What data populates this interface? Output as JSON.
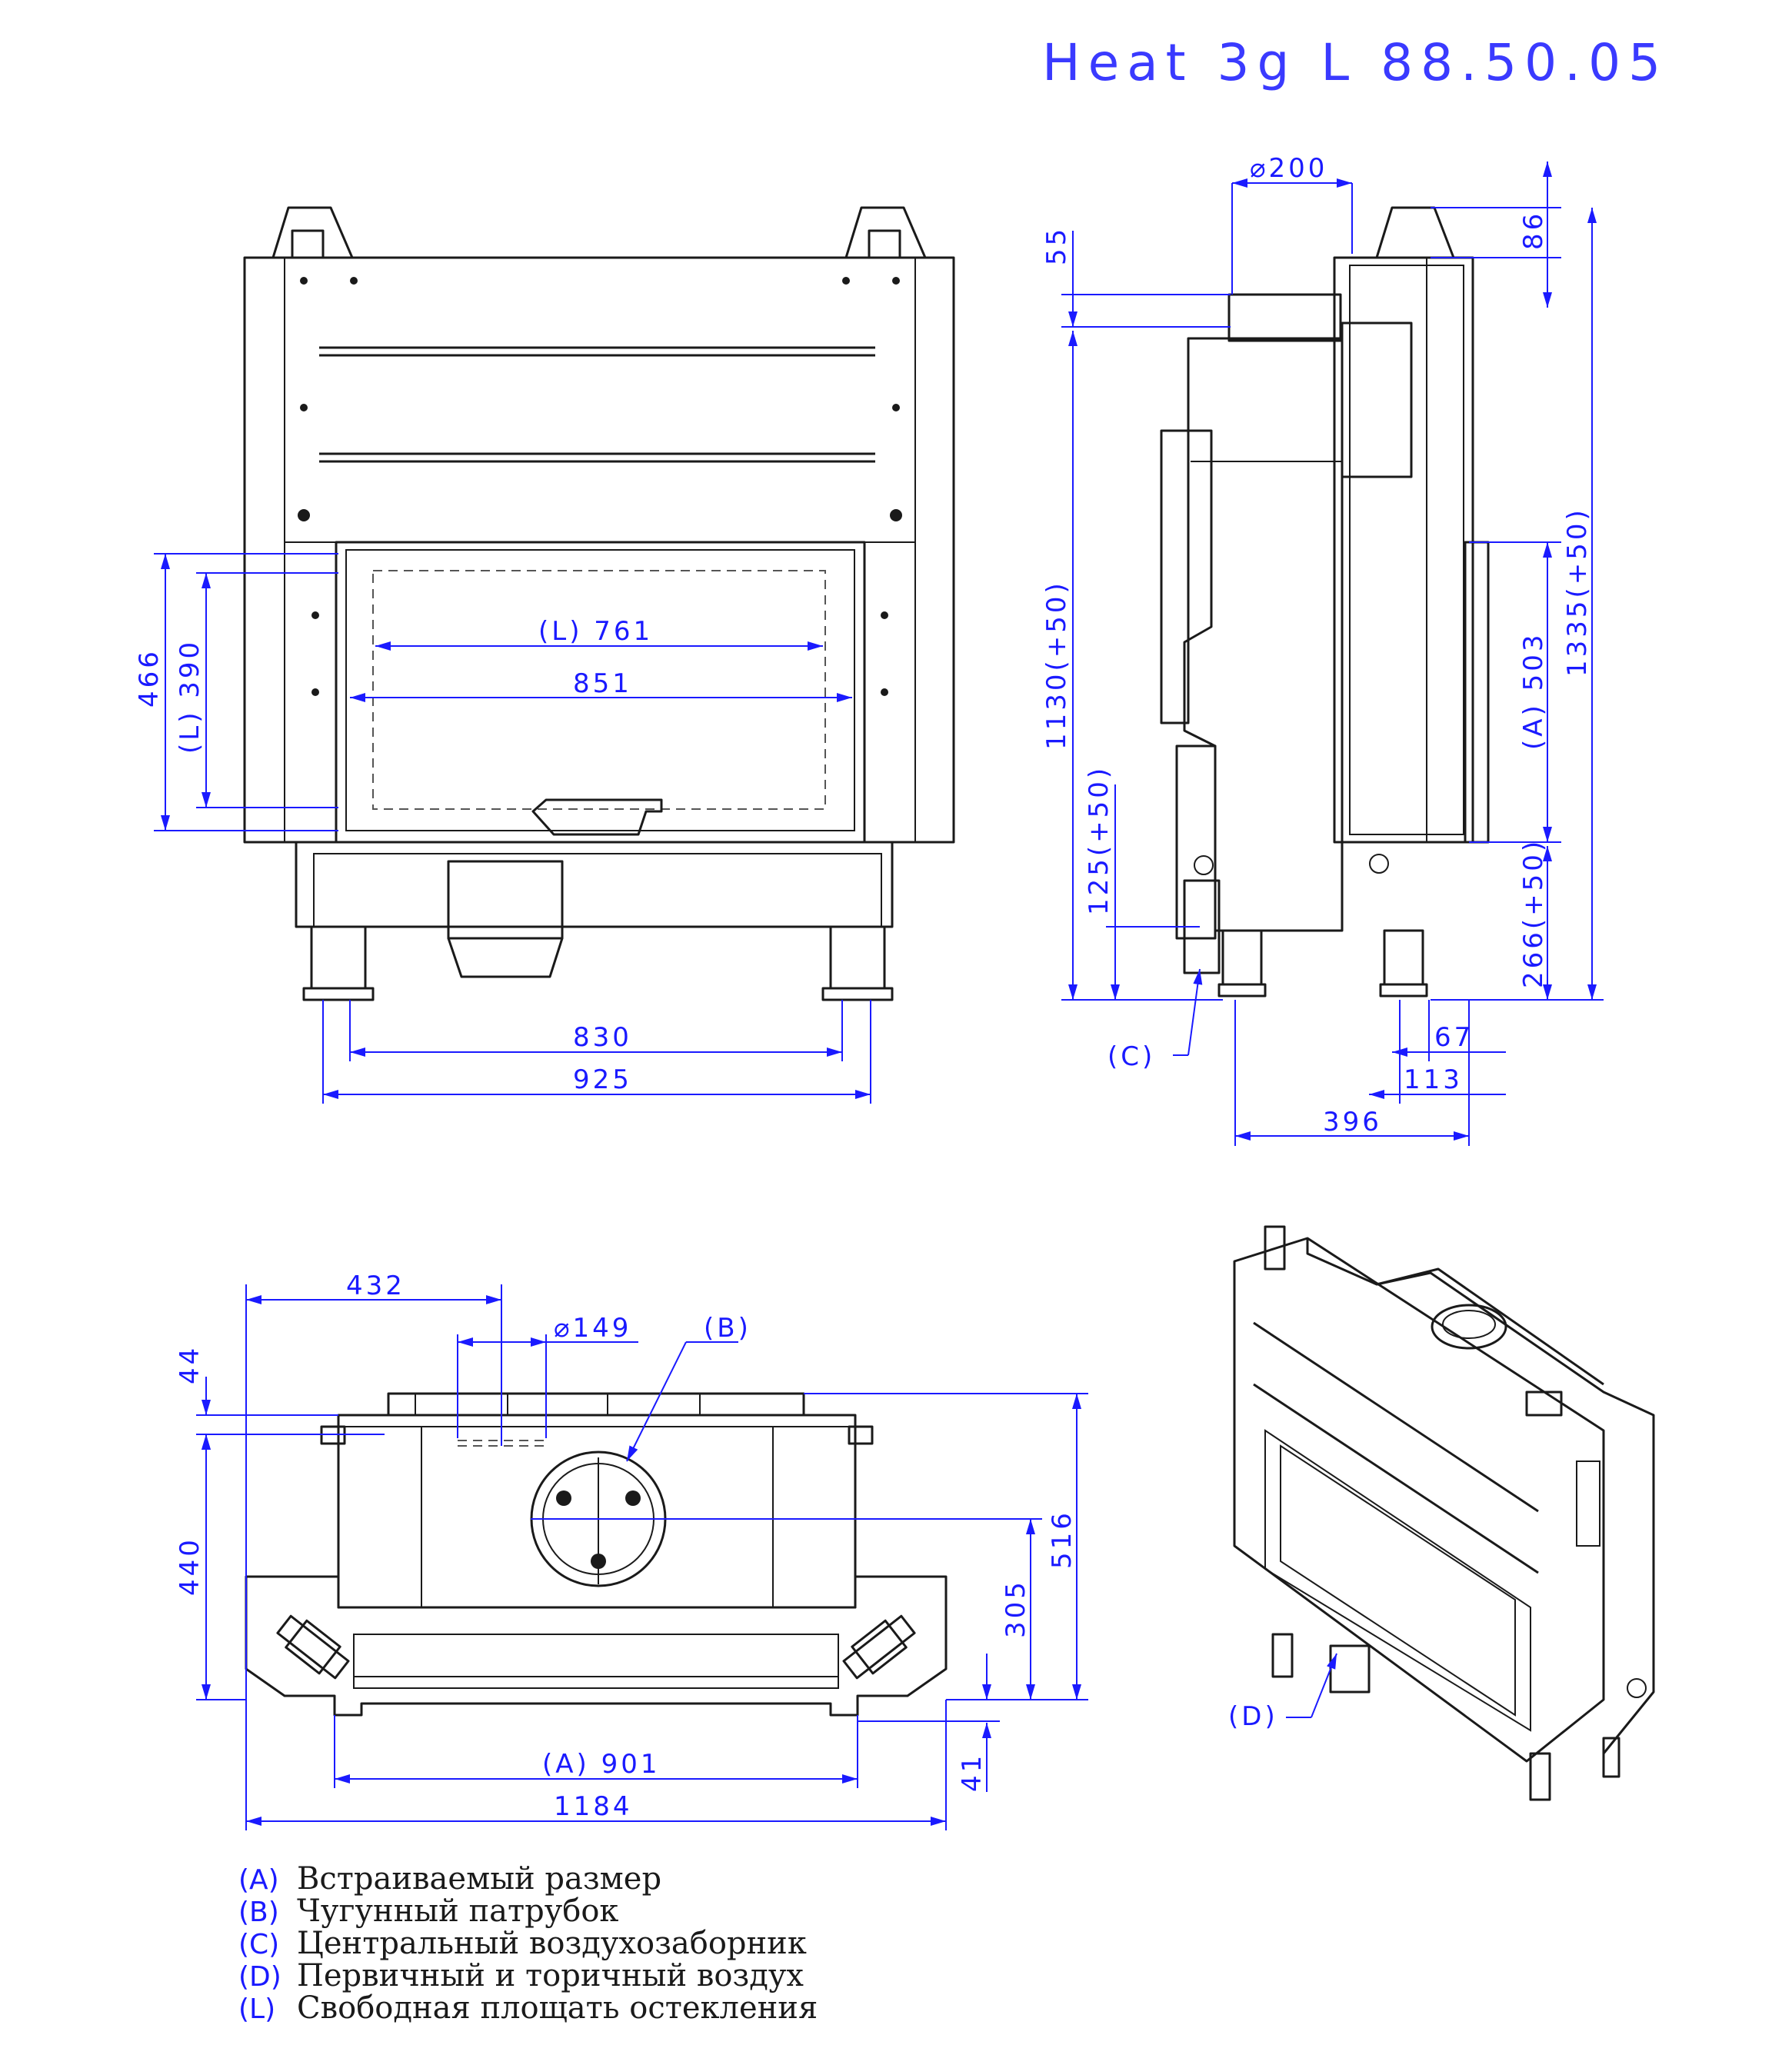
{
  "title": "Heat 3g L 88.50.05",
  "front_view": {
    "dims": {
      "d466": "466",
      "l390": "(L) 390",
      "l761": "(L) 761",
      "d851": "851",
      "d830": "830",
      "d925": "925"
    }
  },
  "side_view": {
    "dims": {
      "phi200": "⌀200",
      "d55": "55",
      "d86": "86",
      "d1130": "1130(+50)",
      "d125": "125(+50)",
      "a503": "(A) 503",
      "d1335": "1335(+50)",
      "d266": "266(+50)",
      "d67": "67",
      "d113": "113",
      "d396": "396"
    },
    "callout_c": "(C)"
  },
  "top_view": {
    "dims": {
      "d432": "432",
      "phi149": "⌀149",
      "d44": "44",
      "d440": "440",
      "d516": "516",
      "d305": "305",
      "a901": "(A) 901",
      "d41": "41",
      "d1184": "1184"
    },
    "callout_b": "(B)"
  },
  "iso_view": {
    "callout_d": "(D)"
  },
  "legend": [
    {
      "key": "(A)",
      "text": "Встраиваемый размер"
    },
    {
      "key": "(B)",
      "text": "Чугунный патрубок"
    },
    {
      "key": "(C)",
      "text": "Центральный воздухозаборник"
    },
    {
      "key": "(D)",
      "text": "Первичный и торичный воздух"
    },
    {
      "key": "(L)",
      "text": "Свободная площать остекления"
    }
  ],
  "colors": {
    "dimension": "#1a1aff",
    "outline": "#1a1a1a"
  }
}
